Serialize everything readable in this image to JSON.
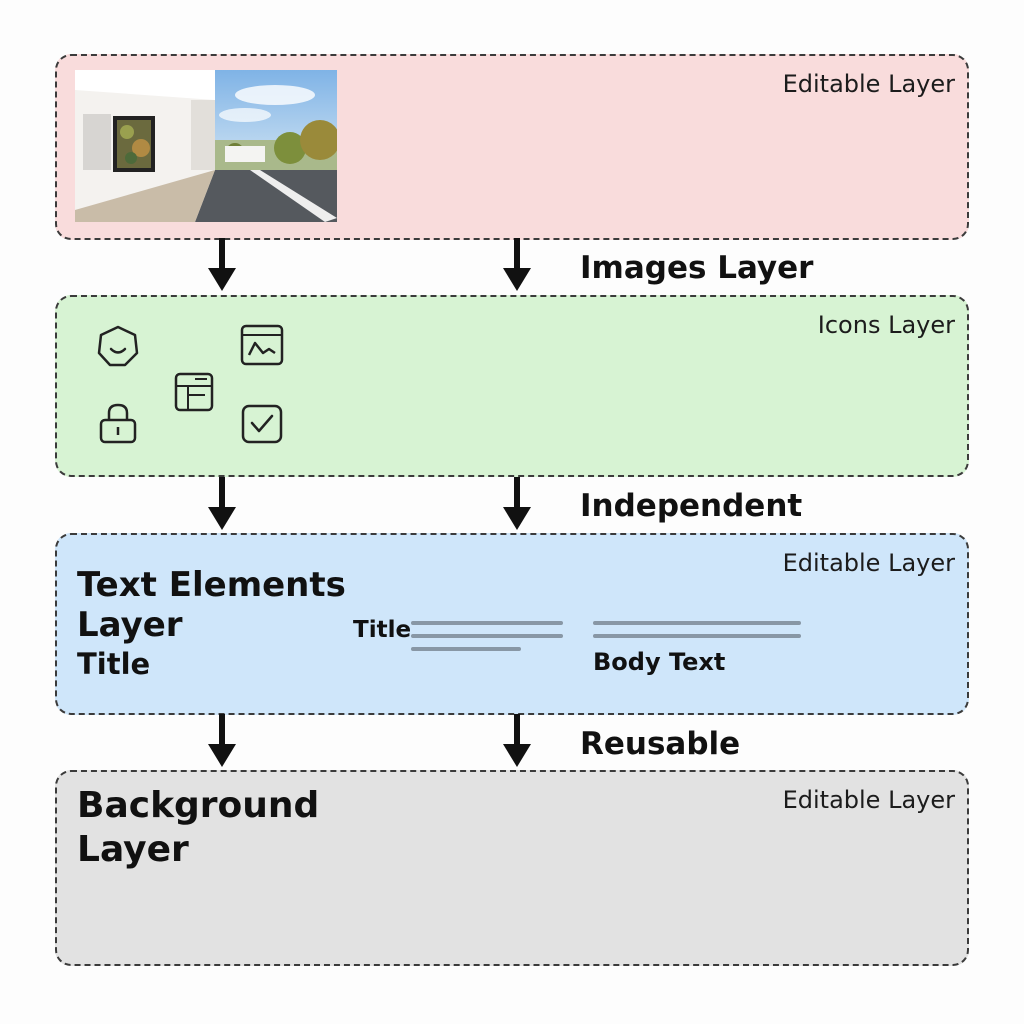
{
  "layers": [
    {
      "name": "images",
      "corner_label": "Editable Layer"
    },
    {
      "name": "icons",
      "corner_label": "Icons Layer"
    },
    {
      "name": "text",
      "corner_label": "Editable Layer",
      "heading_line1": "Text Elements",
      "heading_line2": "Layer",
      "heading_sub": "Title",
      "column_title": "Title",
      "column_body_title": "Body Text"
    },
    {
      "name": "background",
      "corner_label": "Editable Layer",
      "heading_line1": "Background",
      "heading_line2": "Layer"
    }
  ],
  "flow_labels": [
    "Images Layer",
    "Independent",
    "Reusable"
  ],
  "icons": [
    "smiley-icon",
    "chart-icon",
    "layout-icon",
    "lock-icon",
    "check-icon"
  ],
  "colors": {
    "images_layer_bg": "#f9dcdc",
    "icons_layer_bg": "#d7f3d3",
    "text_layer_bg": "#cfe6fa",
    "background_layer_bg": "#e2e2e2",
    "border": "#3b3b3b"
  }
}
